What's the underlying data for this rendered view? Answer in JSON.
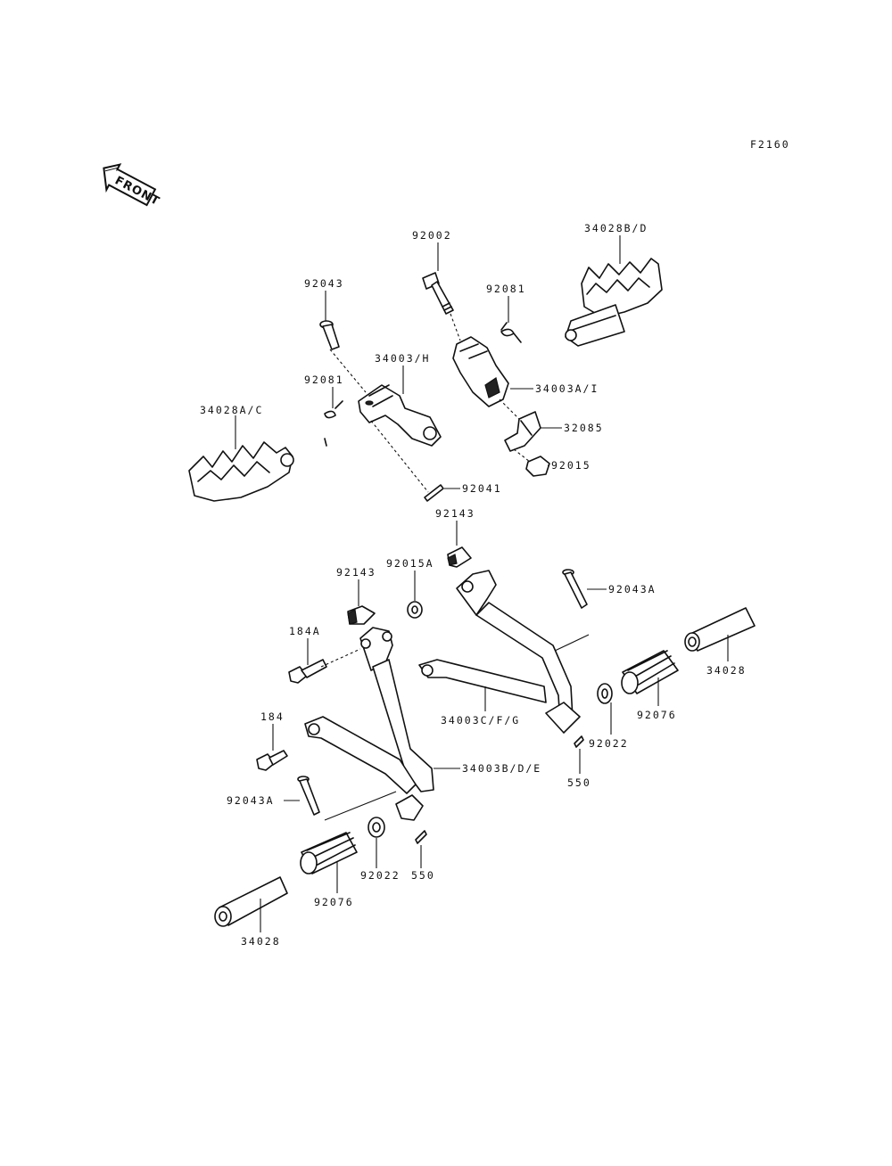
{
  "figure_code": "F2160",
  "front_label": "FRONT",
  "parts": {
    "p34028BD": "34028B/D",
    "p92002": "92002",
    "p92081_top": "92081",
    "p92043": "92043",
    "p34003H": "34003/H",
    "p34003AI": "34003A/I",
    "p92081_left": "92081",
    "p34028AC": "34028A/C",
    "p32085": "32085",
    "p92015": "92015",
    "p92041": "92041",
    "p92143_top": "92143",
    "p92143_left": "92143",
    "p92015A": "92015A",
    "p92043A_right": "92043A",
    "p184A": "184A",
    "p34028_right": "34028",
    "p92076_right": "92076",
    "p34003CFG": "34003C/F/G",
    "p92022_right": "92022",
    "p184": "184",
    "p34003BDE": "34003B/D/E",
    "p550_right": "550",
    "p92043A_left": "92043A",
    "p92022_left": "92022",
    "p550_left": "550",
    "p92076_left": "92076",
    "p34028_left": "34028"
  }
}
